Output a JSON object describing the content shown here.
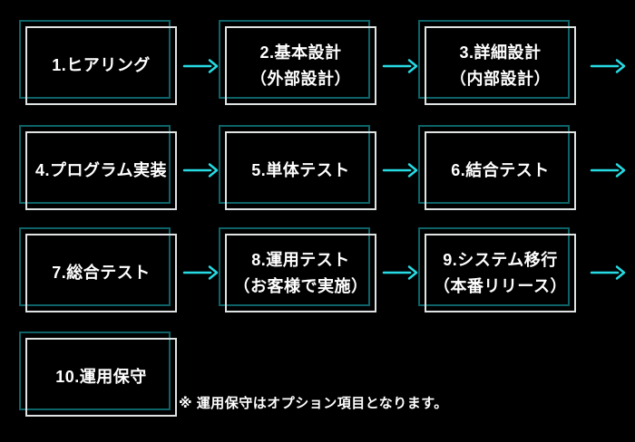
{
  "colors": {
    "background": "#000000",
    "ghost_border": "#0d6367",
    "box_border": "#dfe3e3",
    "arrow": "#26dbe3",
    "text": "#ffffff"
  },
  "diagram": {
    "steps": [
      {
        "lines": [
          "1.ヒアリング"
        ]
      },
      {
        "lines": [
          "2.基本設計",
          "（外部設計）"
        ]
      },
      {
        "lines": [
          "3.詳細設計",
          "（内部設計）"
        ]
      },
      {
        "lines": [
          "4.プログラム実装"
        ]
      },
      {
        "lines": [
          "5.単体テスト"
        ]
      },
      {
        "lines": [
          "6.結合テスト"
        ]
      },
      {
        "lines": [
          "7.総合テスト"
        ]
      },
      {
        "lines": [
          "8.運用テスト",
          "（お客様で実施）"
        ]
      },
      {
        "lines": [
          "9.システム移行",
          "（本番リリース）"
        ]
      },
      {
        "lines": [
          "10.運用保守"
        ]
      }
    ],
    "footnote": "※ 運用保守はオプション項目となります。"
  }
}
